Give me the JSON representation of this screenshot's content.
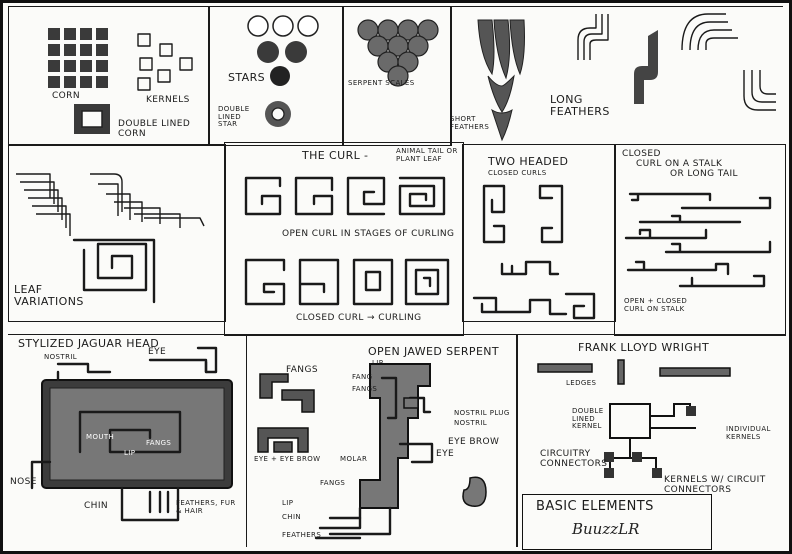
{
  "sheet": {
    "row1": {
      "corn": "CORN",
      "kernels": "KERNELS",
      "double_lined_corn": "DOUBLE LINED CORN",
      "stars": "STARS",
      "double_lined_star": "DOUBLE LINED STAR",
      "serpent_scales": "SERPENT SCALES",
      "short_feathers": "SHORT FEATHERS",
      "long_feathers": "LONG FEATHERS"
    },
    "row2": {
      "leaf_variations": "LEAF VARIATIONS",
      "the_curl": "THE CURL -",
      "curl_note": "ANIMAL TAIL OR PLANT LEAF",
      "open_curl": "OPEN CURL IN STAGES OF CURLING",
      "closed_curl": "CLOSED CURL → CURLING",
      "two_headed": "TWO HEADED",
      "closed_curls": "CLOSED CURLS",
      "closed_stalk_1": "CLOSED",
      "closed_stalk_2": "CURL ON A STALK",
      "closed_stalk_3": "OR LONG TAIL",
      "open_closed_stalk": "OPEN + CLOSED CURL ON STALK"
    },
    "row3": {
      "jaguar_title": "STYLIZED JAGUAR HEAD",
      "nostril": "NOSTRIL",
      "eye": "EYE",
      "mouth": "MOUTH",
      "fangs_small": "FANGS",
      "lip": "LIP",
      "nose": "NOSE",
      "chin": "CHIN",
      "feathers_fur": "FEATHERS, FUR & HAIR",
      "fangs": "FANGS",
      "eye_eyebrow": "EYE + EYE BROW",
      "serpent_title": "OPEN JAWED SERPENT",
      "s_lip": "LIP",
      "s_fang": "FANG",
      "s_fangs": "FANGS",
      "s_nostril_plug": "NOSTRIL PLUG",
      "s_nostril": "NOSTRIL",
      "s_eyebrow": "EYE BROW",
      "s_eye": "EYE",
      "s_molar": "MOLAR",
      "s_fangs2": "FANGS",
      "s_lip2": "LIP",
      "s_chin": "CHIN",
      "s_feathers": "FEATHERS",
      "flw_title": "FRANK LLOYD WRIGHT",
      "ledges": "LEDGES",
      "double_lined_kernel": "DOUBLE LINED KERNEL",
      "circuitry": "CIRCUITRY CONNECTORS",
      "individual_kernels": "INDIVIDUAL KERNELS",
      "kernels_circuit": "KERNELS W/ CIRCUIT CONNECTORS",
      "basic_elements": "BASIC ELEMENTS",
      "signature": "BuuzzLR"
    }
  }
}
